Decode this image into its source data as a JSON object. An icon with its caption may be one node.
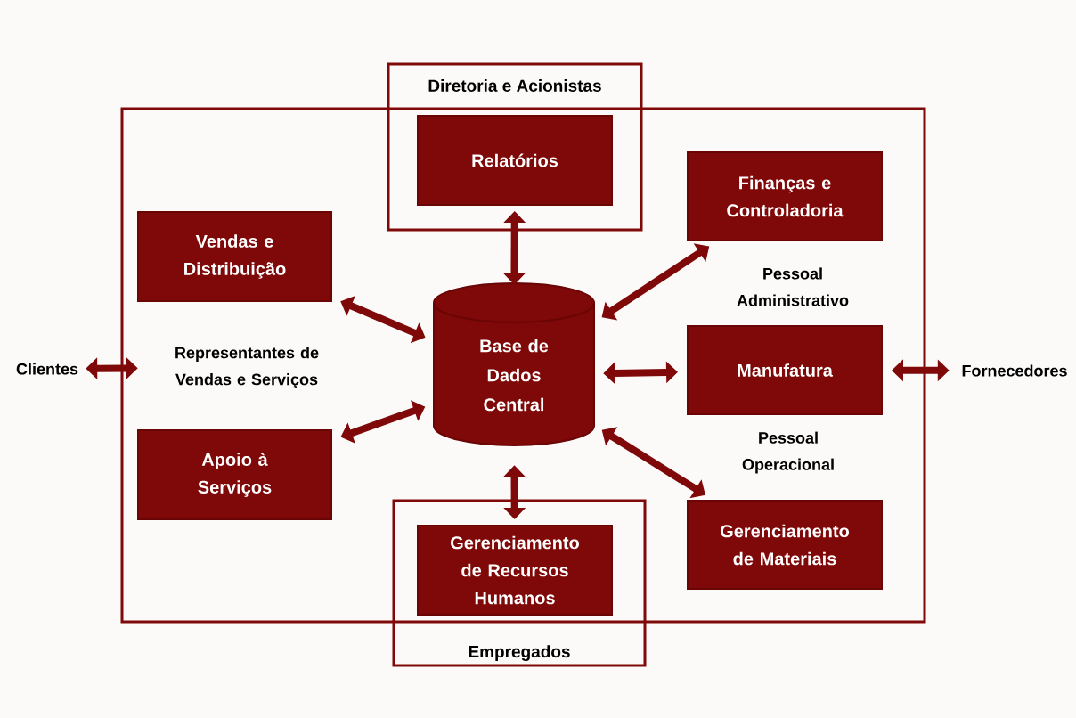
{
  "diagram": {
    "nodes": [
      {
        "text": [],
        "shape": "box"
      },
      {
        "text": [
          "Diretoria e Acionistas"
        ]
      },
      {
        "text": [
          "Relatórios"
        ]
      },
      {
        "text": [
          "Finanças e Controladoria"
        ],
        "in": 0
      },
      {
        "text": [
          "Vendas e Distribuição"
        ],
        "in": 0
      },
      {
        "text": [
          "Base de Dados Central"
        ],
        "in": 0
      },
      {
        "text": [
          "Manufatura"
        ],
        "in": 0
      },
      {
        "text": [
          "Apoio à Serviços"
        ],
        "in": 0
      },
      {
        "text": [
          "Gerenciamento de Materiais"
        ],
        "in": 0
      },
      {
        "text": [
          "Empregados"
        ]
      },
      {
        "text": [
          "Gerenciamento de Recursos Humanos"
        ]
      },
      {
        "text": [
          "Clientes"
        ]
      },
      {
        "text": [
          "Representantes de Vendas e Serviços"
        ],
        "in": 0
      },
      {
        "text": [
          "Fornecedores"
        ]
      }
    ],
    "edges": [
      {
        "from": 5,
        "to": 2,
        "arrow": "both"
      },
      {
        "from": 4,
        "to": 5,
        "arrow": "both"
      },
      {
        "from": 5,
        "to": 3,
        "arrow": "both"
      },
      {
        "from": 5,
        "to": 6,
        "arrow": "both"
      },
      {
        "from": 7,
        "to": 5,
        "arrow": "both"
      },
      {
        "from": 5,
        "to": 8,
        "arrow": "both"
      },
      {
        "from": 5,
        "to": 10,
        "arrow": "both"
      },
      {
        "from": 11,
        "to": 12,
        "arrow": "both"
      },
      {
        "from": 6,
        "to": 13,
        "arrow": "both"
      }
    ],
    "labels": [
      "Pessoal Administrativo",
      "Pessoal Operacional"
    ]
  }
}
